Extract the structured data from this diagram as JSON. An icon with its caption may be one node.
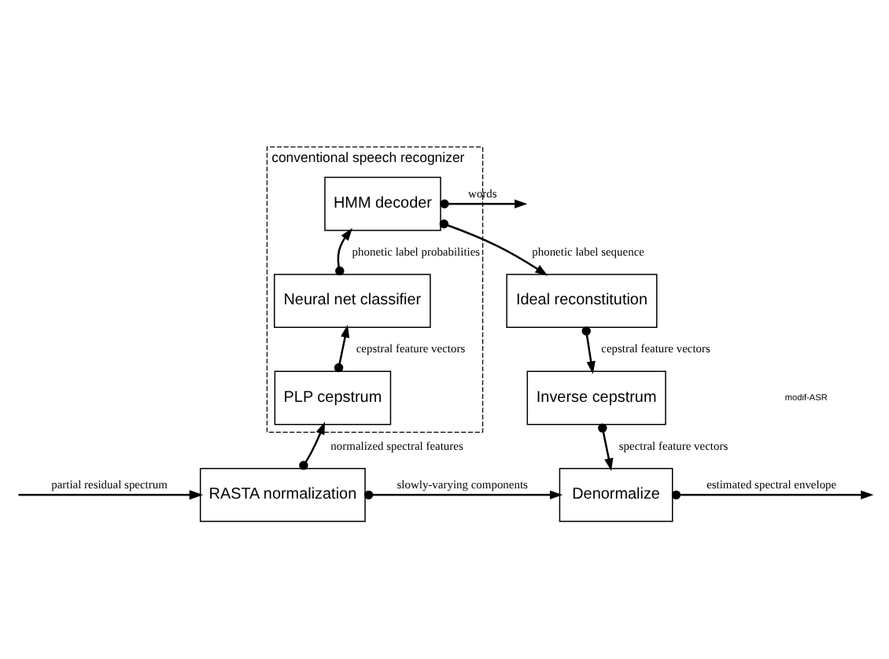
{
  "diagram": {
    "nodes": [
      {
        "text": [
          "conventional speech recognizer"
        ]
      },
      {
        "text": [
          "HMM decoder"
        ],
        "in": 0
      },
      {
        "text": [
          "Neural net classifier"
        ],
        "in": 0
      },
      {
        "text": [
          "PLP cepstrum"
        ],
        "in": 0
      },
      {
        "text": [
          "RASTA normalization"
        ]
      },
      {
        "text": [
          "Ideal reconstitution"
        ]
      },
      {
        "text": [
          "Inverse cepstrum"
        ]
      },
      {
        "text": [
          "Denormalize"
        ]
      }
    ],
    "edges": [
      {
        "from": null,
        "to": 4,
        "arrow": "to",
        "label": "partial residual spectrum"
      },
      {
        "from": 4,
        "to": 3,
        "arrow": "to",
        "label": "normalized spectral features"
      },
      {
        "from": 3,
        "to": 2,
        "arrow": "to",
        "label": "cepstral feature vectors"
      },
      {
        "from": 2,
        "to": 1,
        "arrow": "to",
        "label": "phonetic label probabilities"
      },
      {
        "from": 1,
        "to": null,
        "arrow": "to",
        "label": "words"
      },
      {
        "from": 1,
        "to": 5,
        "arrow": "to",
        "label": "phonetic label sequence"
      },
      {
        "from": 5,
        "to": 6,
        "arrow": "to",
        "label": "cepstral feature vectors"
      },
      {
        "from": 6,
        "to": 7,
        "arrow": "to",
        "label": "spectral feature vectors"
      },
      {
        "from": 4,
        "to": 7,
        "arrow": "to",
        "label": "slowly-varying components"
      },
      {
        "from": 7,
        "to": null,
        "arrow": "to",
        "label": "estimated spectral envelope"
      }
    ],
    "labels": [
      "modif-ASR"
    ]
  }
}
